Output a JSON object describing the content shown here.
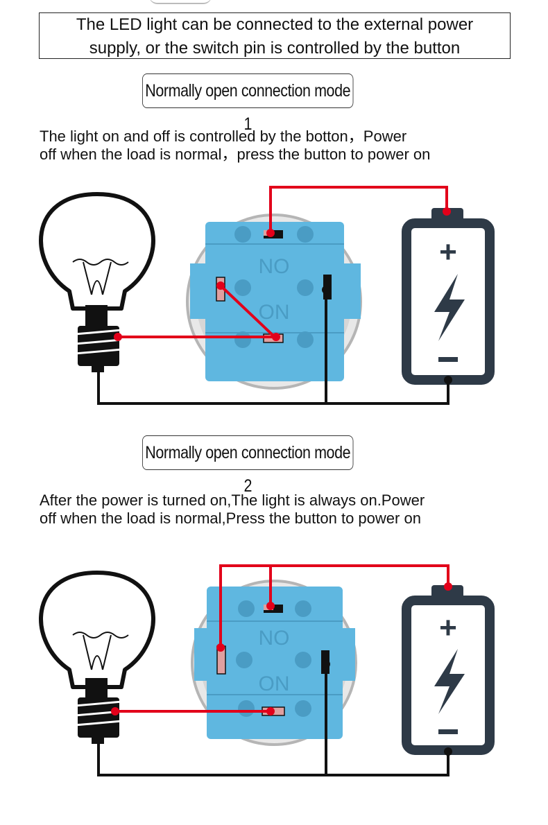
{
  "header": {
    "line1": "The LED light can be connected to the external power",
    "line2": "supply, or the switch pin is controlled by the button"
  },
  "mode1": {
    "label": "Normally open  connection mode 1",
    "desc_line1": "The light on and off is controlled by the botton，Power",
    "desc_line2": "off when the load is normal，press the button to power on",
    "switch_no": "NO",
    "switch_on": "ON",
    "battery_plus": "+",
    "battery_minus": "−"
  },
  "mode2": {
    "label": "Normally open  connection mode 2",
    "desc_line1": "After the power is turned on,The light is always on.Power",
    "desc_line2": "off when the load is normal,Press the  button to power on",
    "switch_no": "NO",
    "switch_on": "ON",
    "battery_plus": "+",
    "battery_minus": "−"
  },
  "colors": {
    "wire_red": "#e2001a",
    "wire_black": "#111111",
    "switch_blue": "#5fb7e0",
    "battery": "#2e3a47"
  },
  "icons": {
    "bulb": "light-bulb-icon",
    "battery": "battery-icon",
    "switch": "push-button-switch-icon",
    "bolt": "lightning-bolt-icon"
  }
}
